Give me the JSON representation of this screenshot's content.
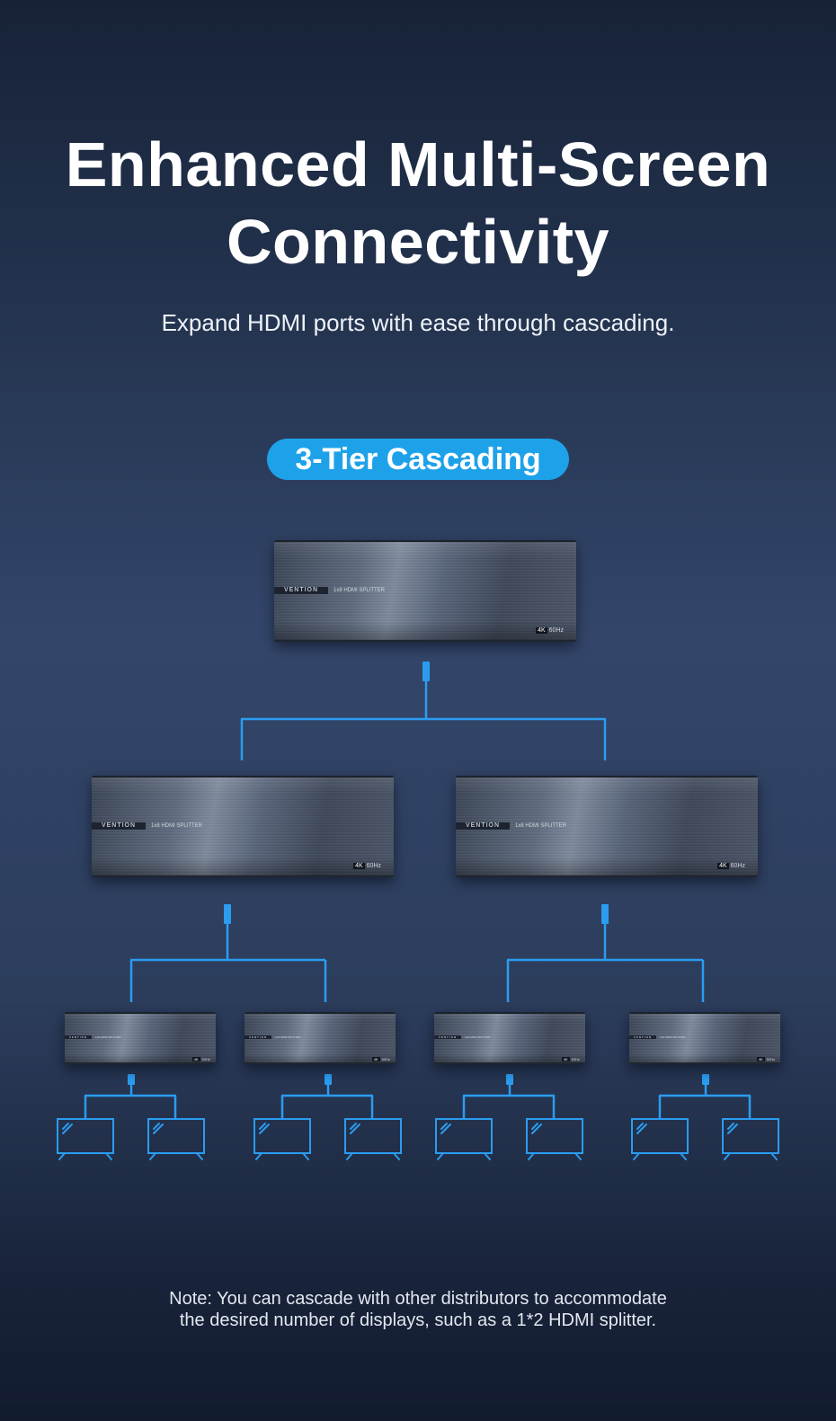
{
  "header": {
    "title_line1": "Enhanced Multi-Screen",
    "title_line2": "Connectivity",
    "subtitle": "Expand HDMI ports with ease through cascading."
  },
  "badge": {
    "label": "3-Tier Cascading",
    "color": "#1da2ea"
  },
  "device": {
    "brand": "VENTION",
    "model": "1x8 HDMI SPLITTER",
    "spec_badge": "4K",
    "spec_rate": "60Hz"
  },
  "diagram": {
    "tiers": 3,
    "tier1_splitters": 1,
    "tier2_splitters": 2,
    "tier3_splitters": 4,
    "displays": 8,
    "connector_color": "#2b9cf0",
    "icons": [
      "splitter-device",
      "hdmi-plug-icon",
      "tv-display-icon"
    ]
  },
  "note": {
    "line1": "Note: You can cascade with other distributors to accommodate",
    "line2": "the desired number of displays, such as a 1*2 HDMI splitter."
  }
}
